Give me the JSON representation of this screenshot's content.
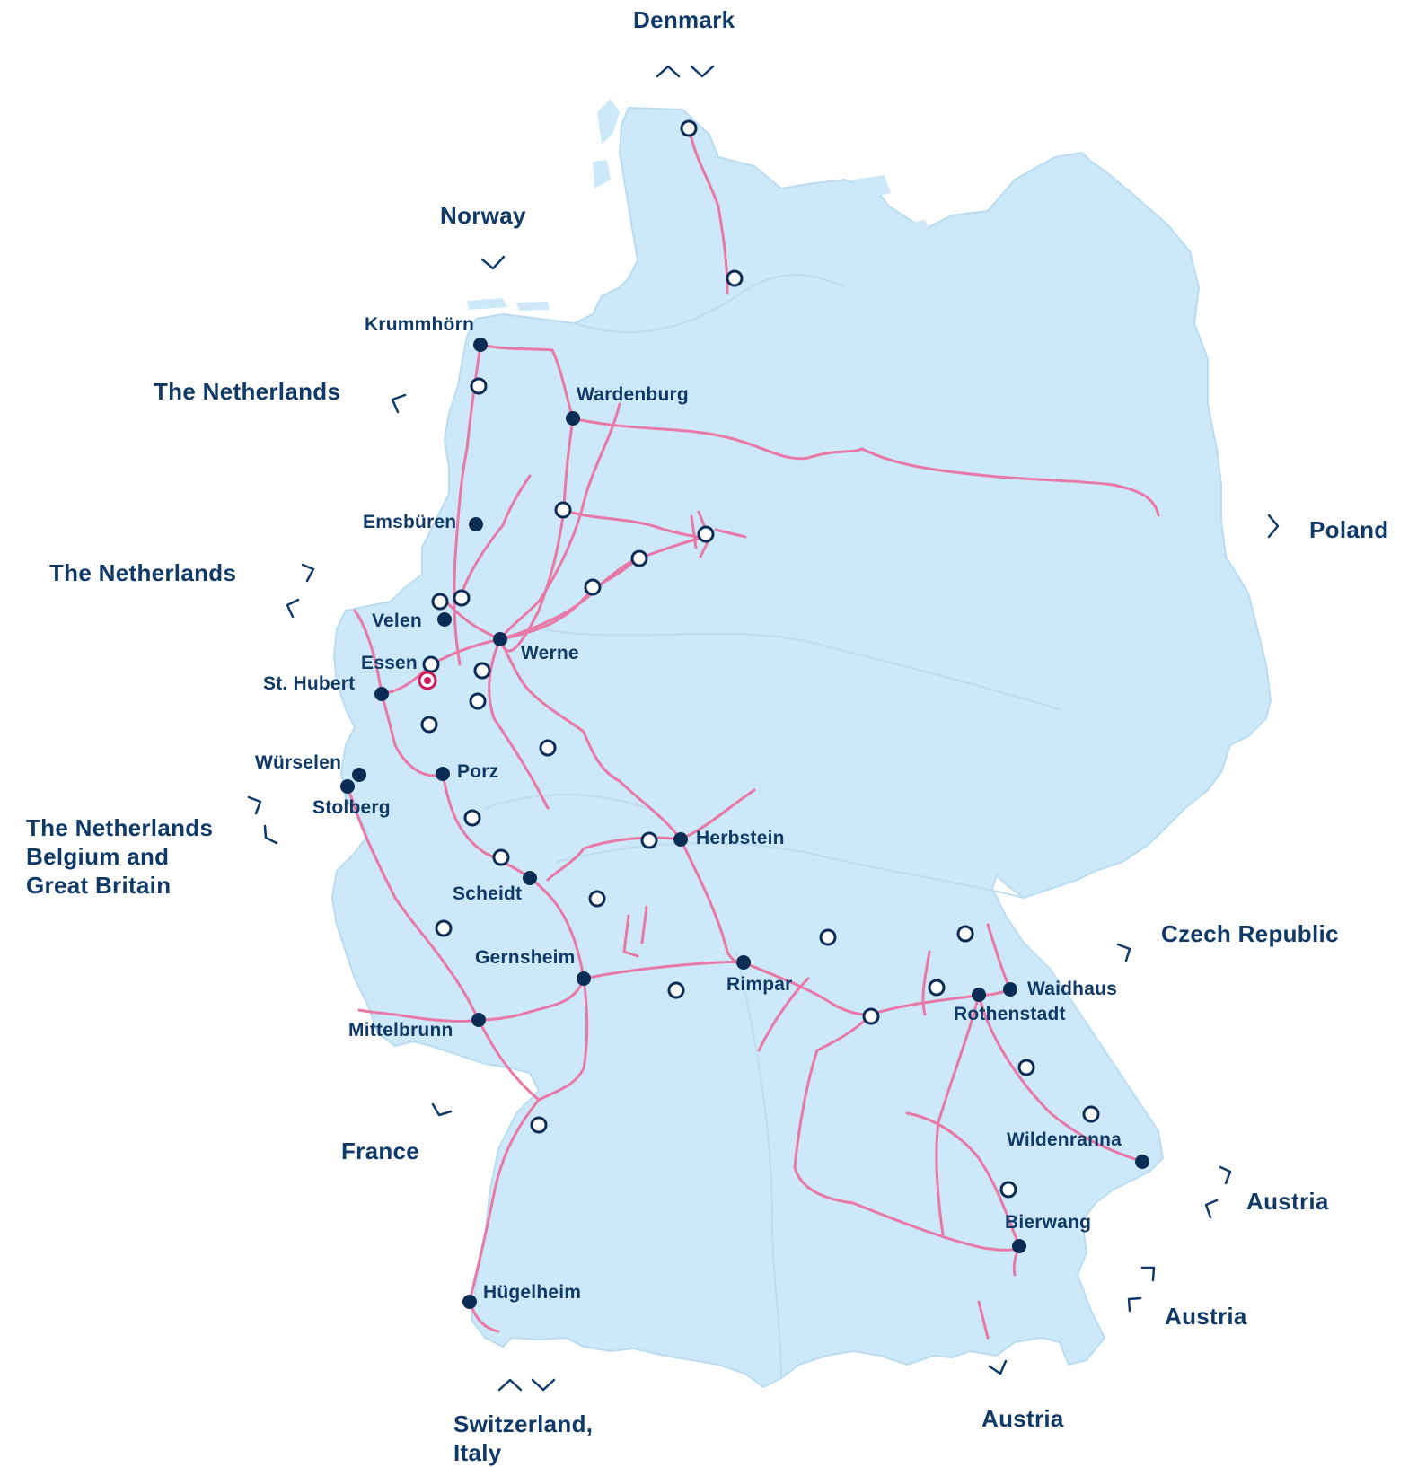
{
  "colors": {
    "land": "#cde8f8",
    "border": "#b9dcf1",
    "pipeline": "#e878a6",
    "label": "#0f3a68",
    "station": "#0b2d55",
    "highlight": "#d11b5c"
  },
  "legend_symbols": [
    "filled-station-dot",
    "hollow-station-circle",
    "highlighted-station-marker",
    "border-crossing-chevron"
  ],
  "countries": {
    "denmark": "Denmark",
    "norway": "Norway",
    "netherlands_1": "The Netherlands",
    "netherlands_2": "The Netherlands",
    "netherlands_belgium_gb": "The Netherlands\nBelgium and\nGreat Britain",
    "poland": "Poland",
    "czech": "Czech Republic",
    "austria_1": "Austria",
    "austria_2": "Austria",
    "austria_3": "Austria",
    "france": "France",
    "switzerland_italy": "Switzerland,\nItaly"
  },
  "places": {
    "krummhoern": "Krummhörn",
    "wardenburg": "Wardenburg",
    "emsbueren": "Emsbüren",
    "velen": "Velen",
    "werne": "Werne",
    "essen": "Essen",
    "st_hubert": "St. Hubert",
    "wuerselen": "Würselen",
    "porz": "Porz",
    "stolberg": "Stolberg",
    "herbstein": "Herbstein",
    "scheidt": "Scheidt",
    "gernsheim": "Gernsheim",
    "rimpar": "Rimpar",
    "waidhaus": "Waidhaus",
    "rothenstadt": "Rothenstadt",
    "mittelbrunn": "Mittelbrunn",
    "wildenranna": "Wildenranna",
    "bierwang": "Bierwang",
    "huegelheim": "Hügelheim"
  }
}
